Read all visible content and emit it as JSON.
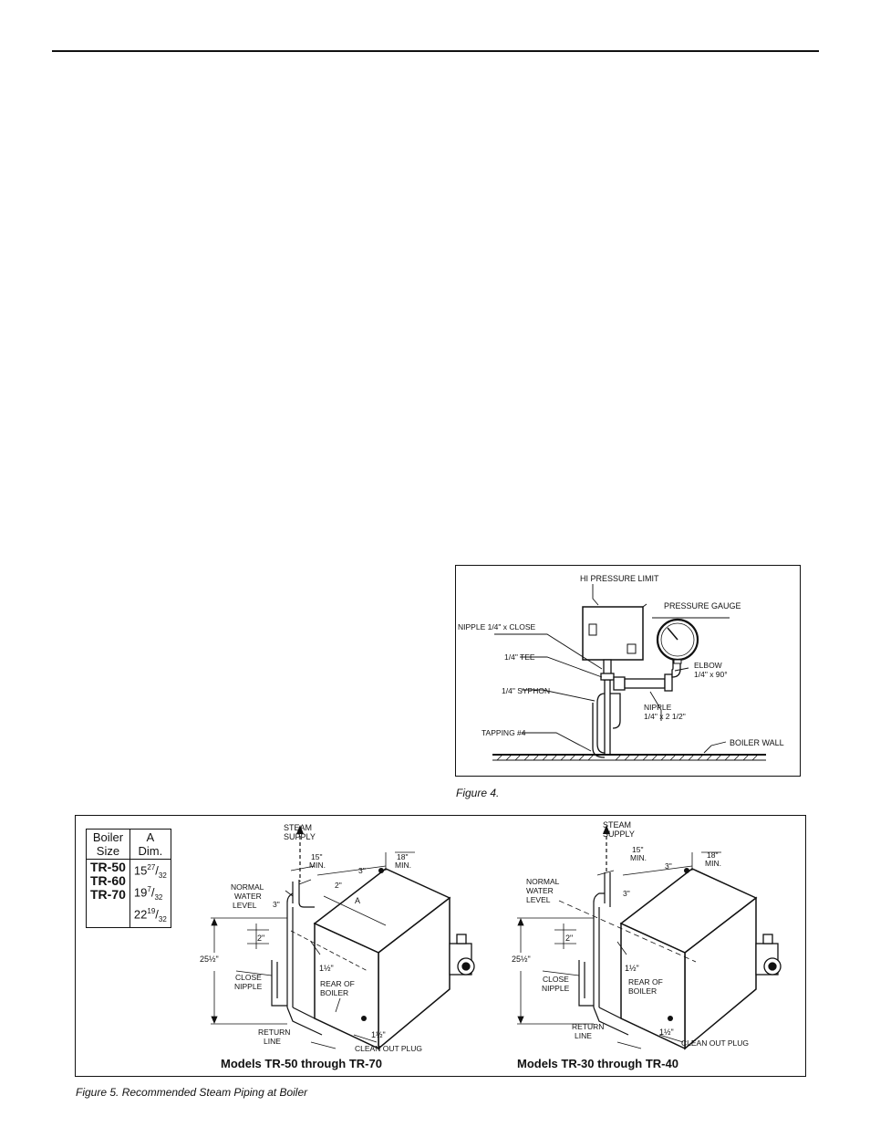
{
  "figure4": {
    "caption": "Figure 4.",
    "labels": {
      "hi_pressure_limit": "HI PRESSURE LIMIT",
      "pressure_gauge": "PRESSURE GAUGE",
      "nipple_close": "NIPPLE 1/4\" x CLOSE",
      "tee": "1/4\" TEE",
      "elbow_1": "ELBOW",
      "elbow_2": "1/4\" x 90°",
      "syphon": "1/4\" SYPHON",
      "nipple_1": "NIPPLE",
      "nipple_2": "1/4\" x 2 1/2\"",
      "tapping": "TAPPING #4",
      "boiler_wall": "BOILER WALL"
    }
  },
  "figure5": {
    "caption": "Figure 5.  Recommended Steam Piping at Boiler",
    "table": {
      "header_col1_line1": "Boiler",
      "header_col1_line2": "Size",
      "header_col2_line1": "A",
      "header_col2_line2": "Dim.",
      "rows": [
        {
          "model": "TR-50",
          "dim_whole": "15",
          "dim_num": "27",
          "dim_den": "32"
        },
        {
          "model": "TR-60",
          "dim_whole": "19",
          "dim_num": "7",
          "dim_den": "32"
        },
        {
          "model": "TR-70",
          "dim_whole": "22",
          "dim_num": "19",
          "dim_den": "32"
        }
      ]
    },
    "left": {
      "title": "Models TR-50 through TR-70",
      "steam_1": "STEAM",
      "steam_2": "SUPPLY",
      "min15_a": "15\"",
      "min15_b": "MIN.",
      "min18_a": "18\"",
      "min18_b": "MIN.",
      "three_top": "3\"",
      "three_side": "3\"",
      "two_top": "2\"",
      "two_left": "2\"",
      "a_dim": "A",
      "normal_1": "NORMAL",
      "normal_2": "WATER",
      "normal_3": "LEVEL",
      "height": "25½\"",
      "one_half_upper": "1½\"",
      "close_1": "CLOSE",
      "close_2": "NIPPLE",
      "rear_1": "REAR OF",
      "rear_2": "BOILER",
      "return_1": "RETURN",
      "return_2": "LINE",
      "one_half_lower": "1½\"",
      "clean_out": "CLEAN OUT PLUG"
    },
    "right": {
      "title": "Models TR-30 through TR-40",
      "steam_1": "STEAM",
      "steam_2": "SUPPLY",
      "min15_a": "15\"",
      "min15_b": "MIN.",
      "min18_a": "18\"",
      "min18_b": "MIN.",
      "three_top": "3\"",
      "three_side": "3\"",
      "two_left": "2\"",
      "normal_1": "NORMAL",
      "normal_2": "WATER",
      "normal_3": "LEVEL",
      "height": "25½\"",
      "one_half_upper": "1½\"",
      "close_1": "CLOSE",
      "close_2": "NIPPLE",
      "rear_1": "REAR OF",
      "rear_2": "BOILER",
      "return_1": "RETURN",
      "return_2": "LINE",
      "one_half_lower": "1½\"",
      "clean_out": "CLEAN OUT PLUG"
    }
  }
}
